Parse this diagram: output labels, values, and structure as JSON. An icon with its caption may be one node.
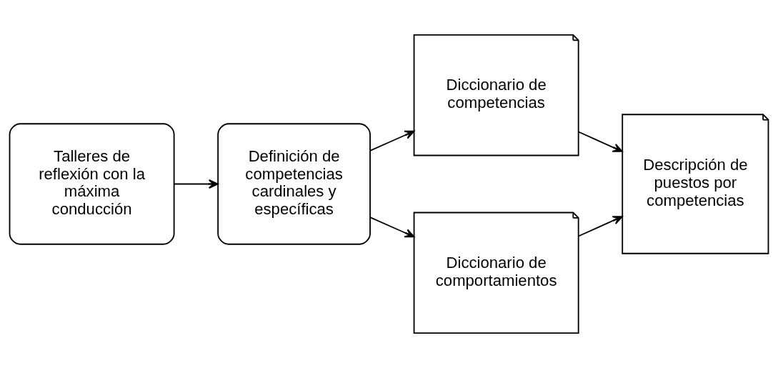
{
  "diagram": {
    "nodes": [
      {
        "text": [
          "Talleres de reflexión con la máxima conducción"
        ]
      },
      {
        "text": [
          "Definición de competencias cardinales y específicas"
        ]
      },
      {
        "text": [
          "Diccionario de competencias"
        ]
      },
      {
        "text": [
          "Diccionario de comportamientos"
        ]
      },
      {
        "text": [
          "Descripción de puestos por competencias"
        ]
      }
    ],
    "edges": [
      {
        "from": 0,
        "to": 1,
        "arrow": "to"
      },
      {
        "from": 1,
        "to": 2,
        "arrow": "to"
      },
      {
        "from": 1,
        "to": 3,
        "arrow": "to"
      },
      {
        "from": 2,
        "to": 4,
        "arrow": "to"
      },
      {
        "from": 3,
        "to": 4,
        "arrow": "to"
      }
    ]
  }
}
